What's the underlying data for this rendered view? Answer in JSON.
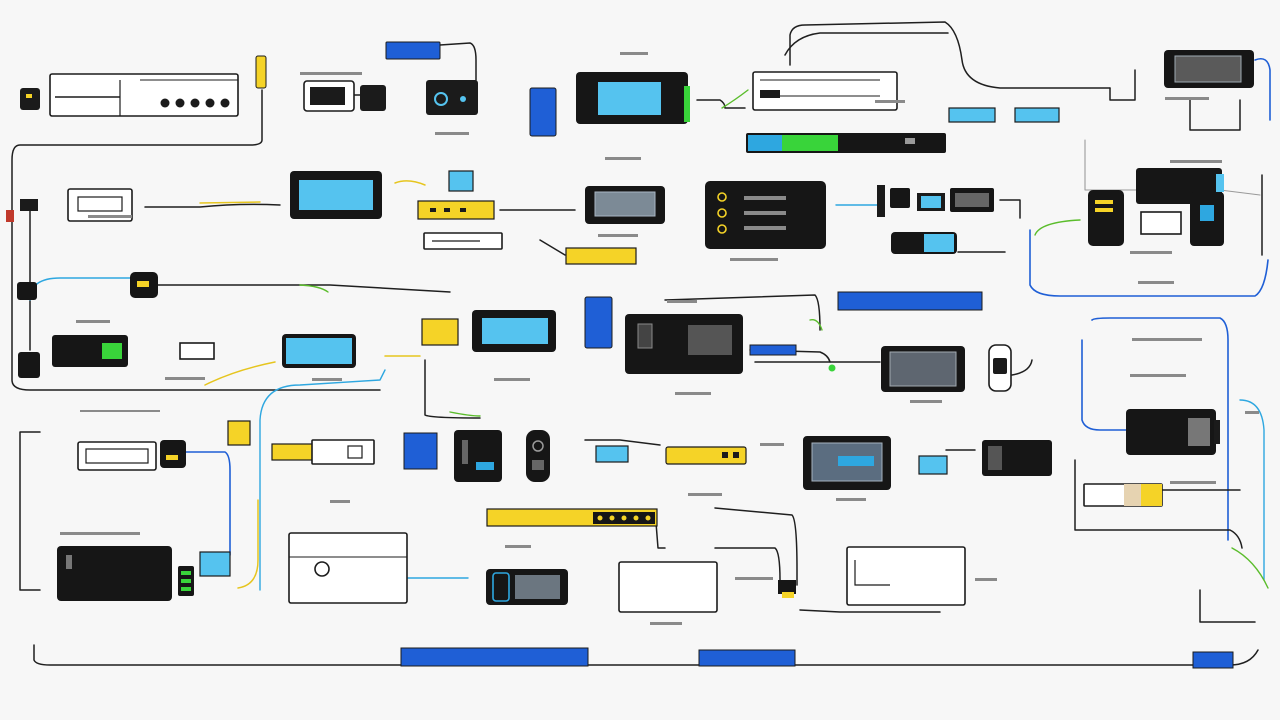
{
  "diagram": {
    "style": "hand-drawn network topology sketch",
    "text_legible": false,
    "background": "#f7f7f7",
    "colors": {
      "device_dark": "#161616",
      "outline": "#1b1b1b",
      "accent_blue": "#1f5fd6",
      "accent_light_blue": "#55c3ef",
      "accent_yellow": "#f5d327",
      "accent_green": "#39d43a"
    },
    "node_kinds": [
      "rack-unit",
      "screen-monitor",
      "handheld-device",
      "switch-bar",
      "color-block",
      "control-panel",
      "modem"
    ]
  }
}
